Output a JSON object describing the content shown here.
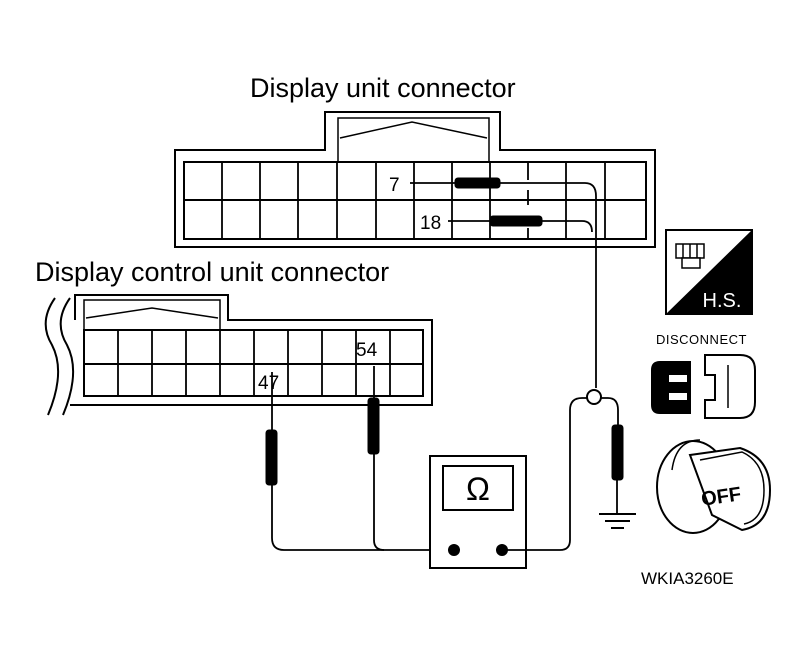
{
  "display_unit_connector": {
    "title": "Display unit connector",
    "pins": [
      "7",
      "18"
    ]
  },
  "display_control_unit_connector": {
    "title": "Display control unit connector",
    "pins": [
      "54",
      "47"
    ]
  },
  "ohmmeter": {
    "symbol": "Ω"
  },
  "icons": {
    "hs_label": "H.S.",
    "disconnect_label": "DISCONNECT",
    "off_label": "OFF",
    "names": [
      "harness-connector-icon",
      "disconnect-connector-icon",
      "ignition-switch-off-icon"
    ]
  },
  "figure_code": "WKIA3260E"
}
